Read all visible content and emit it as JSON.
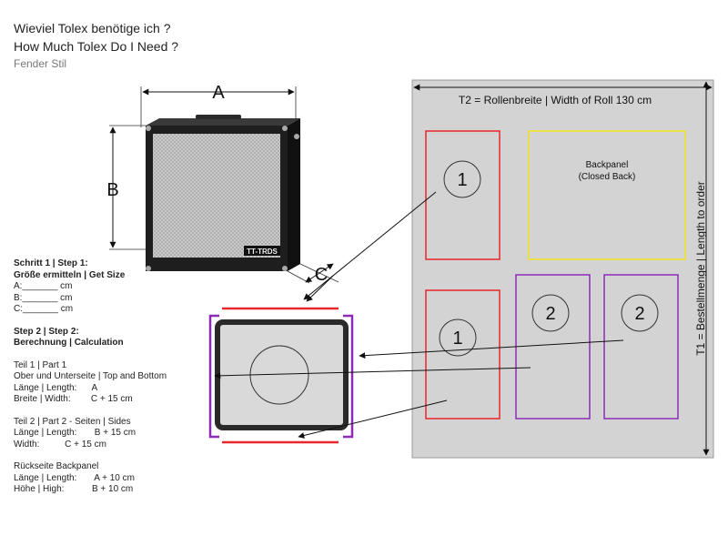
{
  "header": {
    "title_de": "Wieviel Tolex benötige ich  ?",
    "title_en": "How Much Tolex Do I Need ?",
    "subtitle": "Fender Stil"
  },
  "amp": {
    "dim_a": "A",
    "dim_b": "B",
    "dim_c": "C",
    "logo_text": "TT-TRDS"
  },
  "steps": {
    "step1_title": "Schritt 1 | Step 1:",
    "step1_subtitle_a": "Größe ermitteln | ",
    "step1_subtitle_b": "Get Size",
    "field_a": "A:_______ cm",
    "field_b": "B:_______ cm",
    "field_c": "C:_______ cm",
    "step2_title": "Step 2 | Step 2:",
    "step2_subtitle": "Berechnung | Calculation",
    "part1_title": "Teil 1 | Part 1",
    "part1_desc": "Ober und Unterseite | Top and Bottom",
    "part1_length": "Länge | Length:      A",
    "part1_width": "Breite | Width:        C + 15 cm",
    "part2_title": "Teil 2 | Part 2 - Seiten | Sides",
    "part2_length": "Länge | Length:       B + 15 cm",
    "part2_width": "Width:          C + 15 cm",
    "back_title": "Rückseite Backpanel",
    "back_length": "Länge | Length:       A + 10 cm",
    "back_high": "Höhe | High:           B + 10 cm"
  },
  "roll": {
    "width_label": "T2 = Rollenbreite | Width of Roll 130 cm",
    "length_label": "T1 = Bestellmenge | Length to order",
    "backpanel_line1": "Backpanel",
    "backpanel_line2": "(Closed Back)",
    "piece1_top": "1",
    "piece1_bottom": "1",
    "piece2_left": "2",
    "piece2_right": "2"
  },
  "colors": {
    "roll_fill": "#d3d3d3",
    "part1": "#e8262b",
    "part2": "#8e2ab8",
    "backpanel": "#f2e21c"
  }
}
